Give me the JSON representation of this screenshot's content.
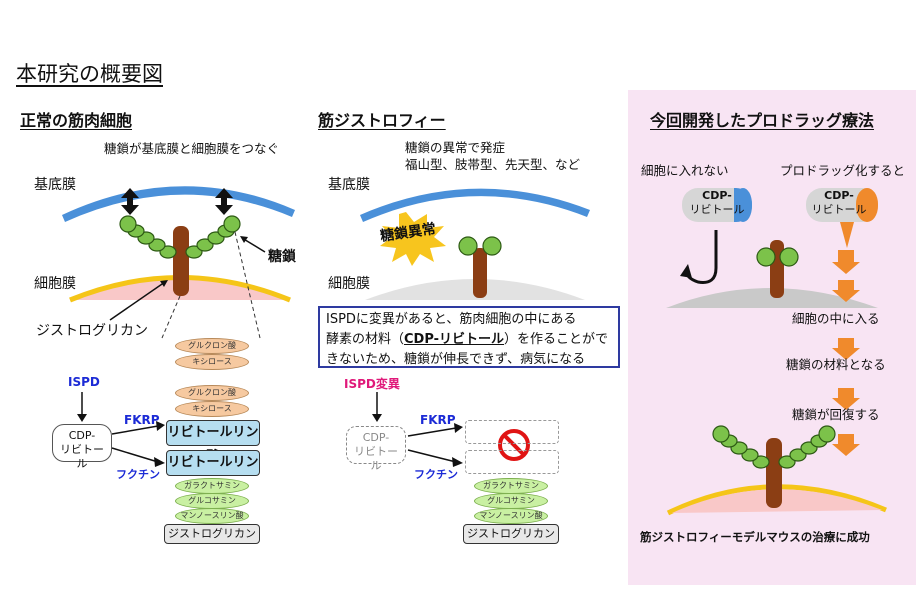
{
  "title": "本研究の概要図",
  "panel_normal": {
    "heading": "正常の筋肉細胞",
    "caption": "糖鎖が基底膜と細胞膜をつなぐ",
    "basement_label": "基底膜",
    "membrane_label": "細胞膜",
    "sugar_label": "糖鎖",
    "dystroglycan_label": "ジストログリカン",
    "chain": {
      "oval1": "グルクロン酸",
      "oval2": "キシロース",
      "oval3": "グルクロン酸",
      "oval4": "キシロース",
      "ribitol1": "リビトールリン酸",
      "ribitol2": "リビトールリン酸",
      "oval5": "ガラクトサミン",
      "oval6": "グルコサミン",
      "oval7": "マンノースリン酸",
      "base": "ジストログリカン"
    },
    "ispd": "ISPD",
    "cdp_line1": "CDP-",
    "cdp_line2": "リビトール",
    "fkrp": "FKRP",
    "fukutin": "フクチン"
  },
  "panel_dystrophy": {
    "heading": "筋ジストロフィー",
    "caption_line1": "糖鎖の異常で発症",
    "caption_line2": "福山型、肢帯型、先天型、など",
    "basement_label": "基底膜",
    "membrane_label": "細胞膜",
    "burst": "糖鎖異常",
    "desc_line1": "ISPDに変異があると、筋肉細胞の中にある",
    "desc_line2a": "酵素の材料（",
    "desc_line2b": "CDP-リビトール",
    "desc_line2c": "）を作ることがで",
    "desc_line3": "きないため、糖鎖が伸長できず、病気になる",
    "ispd": "ISPD変異",
    "cdp_line1": "CDP-",
    "cdp_line2": "リビトール",
    "fkrp": "FKRP",
    "fukutin": "フクチン",
    "base": "ジストログリカン"
  },
  "panel_therapy": {
    "heading": "今回開発したプロドラッグ療法",
    "left_caption": "細胞に入れない",
    "right_caption": "プロドラッグ化すると",
    "cdp_line1": "CDP-",
    "cdp_line2": "リビトール",
    "step1": "細胞の中に入る",
    "step2": "糖鎖の材料となる",
    "step3": "糖鎖が回復する",
    "result": "筋ジストロフィーモデルマウスの治療に成功"
  },
  "colors": {
    "basement": "#4a90d9",
    "membrane": "#f5c518",
    "stem": "#8b3e14",
    "sugar": "#7cc24a",
    "arrow_orange": "#f08a2c",
    "panel_bg": "#f8e4f3"
  }
}
